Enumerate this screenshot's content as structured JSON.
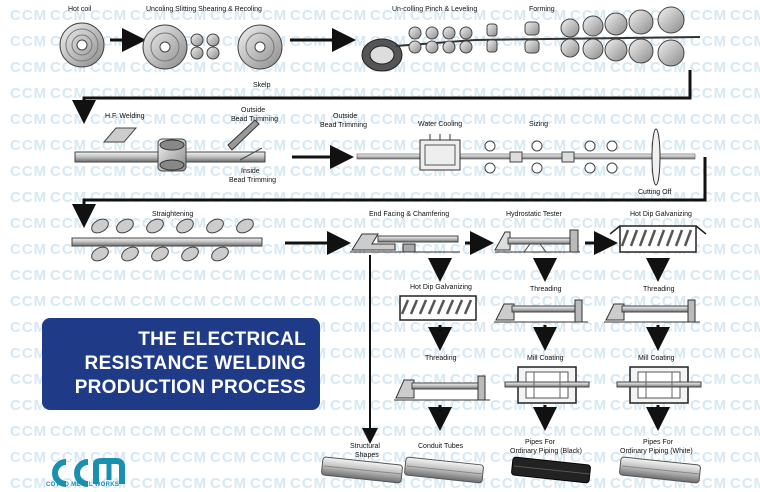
{
  "title": {
    "line1": "THE ELECTRICAL",
    "line2": "RESISTANCE WELDING",
    "line3": "PRODUCTION PROCESS"
  },
  "watermark": "CCM",
  "logo": {
    "text": "COTCO METAL WORKS",
    "color": "#1a8fb0"
  },
  "colors": {
    "title_bg": "#1f3a86",
    "arrow": "#111111",
    "watermark": "#d6e8f4"
  },
  "steps": {
    "hot_coil": "Hot coil",
    "uncoiling": "Uncoling Slitting Shearing & Recoling",
    "skelp": "Skelp",
    "uncoiling_pinch": "Un-colling Pinch & Leveling",
    "forming": "Forming",
    "hf_welding": "H.F. Welding",
    "outside_bead_1a": "Outside",
    "outside_bead_1b": "Bead Trimming",
    "inside_bead_a": "Inside",
    "inside_bead_b": "Bead Trimming",
    "outside_bead_2a": "Outside",
    "outside_bead_2b": "Bead Trimming",
    "water_cooling": "Water Cooling",
    "sizing": "Sizing",
    "cutting_off": "Cutting Off",
    "straightening": "Straightening",
    "end_facing": "End Facing & Chamfering",
    "hydrostatic": "Hydrostatic Tester",
    "hot_dip_1": "Hot Dip Galvanizing",
    "hot_dip_2": "Hot Dip Galvanizing",
    "threading_1": "Threading",
    "threading_2": "Threading",
    "threading_3": "Threading",
    "mill_coating_1": "Mill Coating",
    "mill_coating_2": "Mill Coating",
    "structural_a": "Structural",
    "structural_b": "Shapes",
    "conduit": "Conduit Tubes",
    "pipes_black_a": "Pipes For",
    "pipes_black_b": "Ordinary Piping (Black)",
    "pipes_white_a": "Pipes For",
    "pipes_white_b": "Ordinary Piping (White)"
  }
}
